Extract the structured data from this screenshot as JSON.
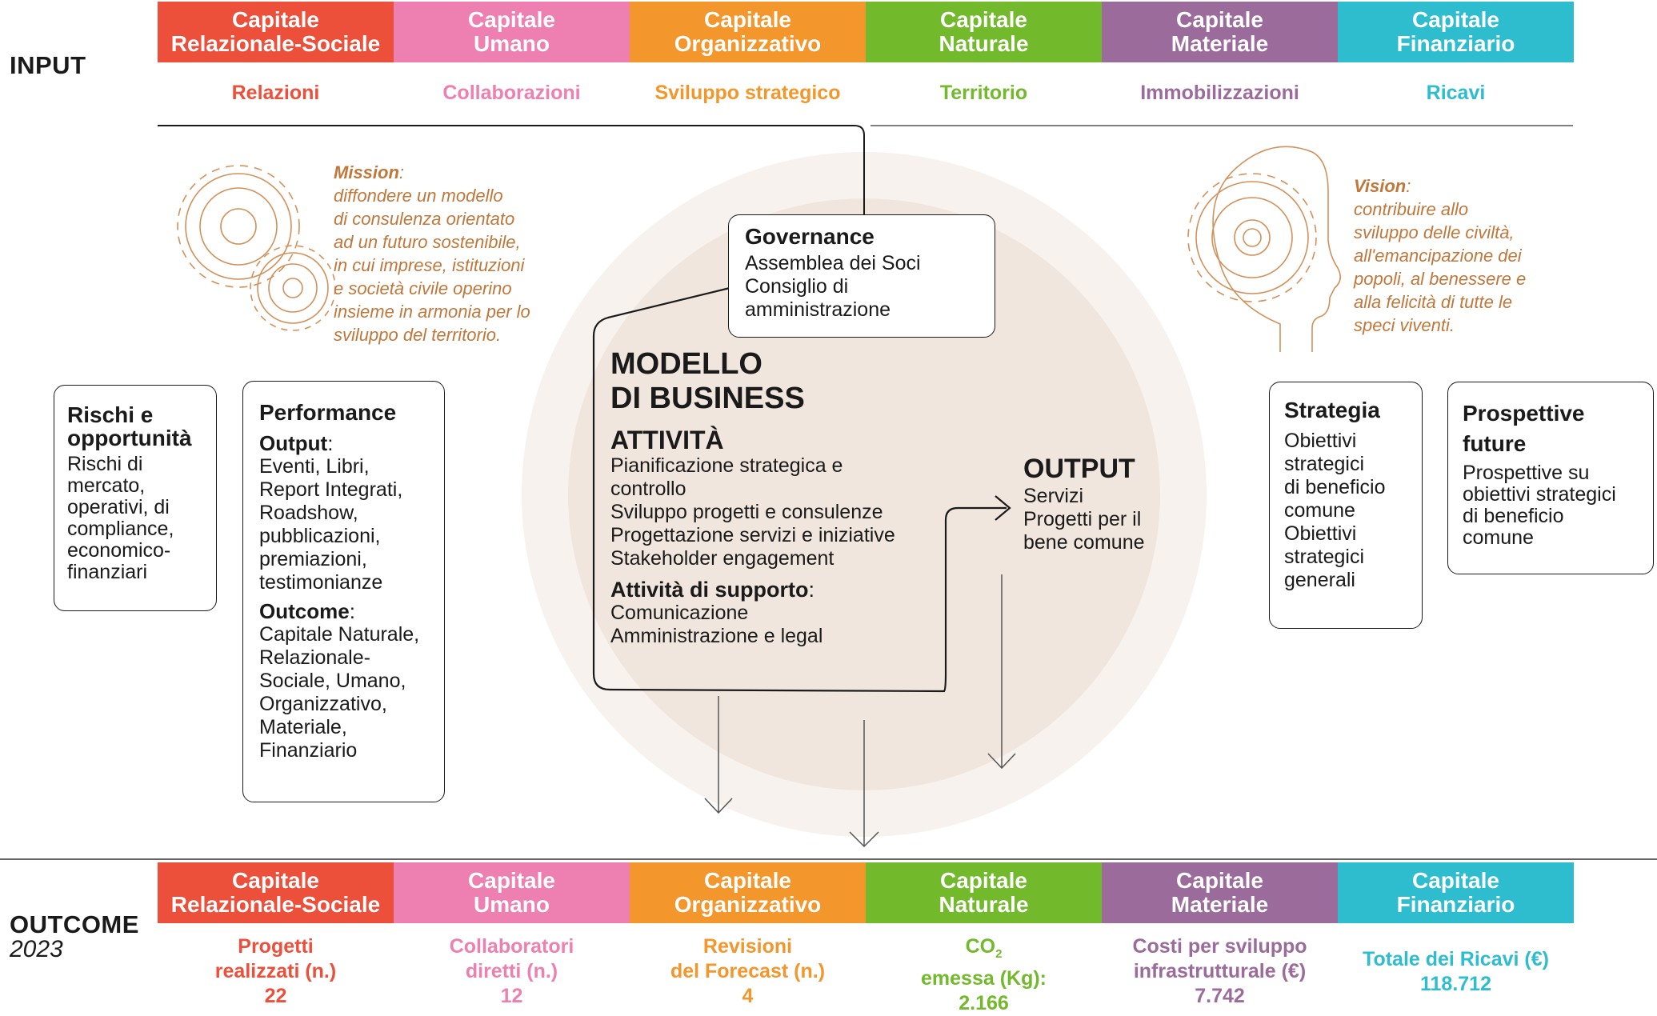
{
  "colors": {
    "relazionale": "#ec4f3a",
    "umano": "#ed80b1",
    "organizzativo": "#f3962b",
    "naturale": "#72b92b",
    "materiale": "#9b6b9b",
    "finanziario": "#2ebdcf",
    "accent_brown": "#c0773a",
    "circle_fill": "#f4ebe4"
  },
  "input": {
    "label": "INPUT",
    "capitals": [
      {
        "title": "Capitale\nRelazionale-Sociale",
        "sub": "Relazioni"
      },
      {
        "title": "Capitale\nUmano",
        "sub": "Collaborazioni"
      },
      {
        "title": "Capitale\nOrganizzativo",
        "sub": "Sviluppo strategico"
      },
      {
        "title": "Capitale\nNaturale",
        "sub": "Territorio"
      },
      {
        "title": "Capitale\nMateriale",
        "sub": "Immobilizzazioni"
      },
      {
        "title": "Capitale\nFinanziario",
        "sub": "Ricavi"
      }
    ]
  },
  "mission": {
    "label": "Mission",
    "text": "diffondere un modello\ndi consulenza orientato\nad un futuro sostenibile,\nin cui imprese, istituzioni\ne società civile operino\ninsieme in armonia per lo\nsviluppo del territorio."
  },
  "vision": {
    "label": "Vision",
    "text": "contribuire allo\nsviluppo delle civiltà,\nall'emancipazione dei\npopoli, al benessere e\nalla felicità di tutte le\nspeci viventi."
  },
  "governance": {
    "title": "Governance",
    "text": "Assemblea dei Soci\nConsiglio di\namministrazione"
  },
  "business_model": {
    "title": "MODELLO\nDI BUSINESS",
    "activities_title": "ATTIVITÀ",
    "activities_text": "Pianificazione strategica e\ncontrollo\nSviluppo progetti e consulenze\nProgettazione servizi e iniziative\nStakeholder engagement",
    "support_title": "Attività di supporto",
    "support_text": "Comunicazione\nAmministrazione e legal"
  },
  "output": {
    "title": "OUTPUT",
    "text": "Servizi\nProgetti per il\nbene comune"
  },
  "risks": {
    "title": "Rischi e\nopportunità",
    "text": "Rischi di\nmercato,\noperativi, di\ncompliance,\neconomico-\nfinanziari"
  },
  "performance": {
    "title": "Performance",
    "output_label": "Output",
    "output_text": "Eventi, Libri,\nReport Integrati,\nRoadshow,\npubblicazioni,\npremiazioni,\ntestimonianze",
    "outcome_label": "Outcome",
    "outcome_text": "Capitale Naturale,\nRelazionale-\nSociale, Umano,\nOrganizzativo,\nMateriale,\nFinanziario"
  },
  "strategy": {
    "title": "Strategia",
    "text": "Obiettivi\nstrategici\ndi beneficio\ncomune\nObiettivi\nstrategici\ngenerali"
  },
  "future": {
    "title": "Prospettive\nfuture",
    "text": "Prospettive su\nobiettivi strategici\ndi beneficio\ncomune"
  },
  "outcome": {
    "label": "OUTCOME",
    "year": "2023",
    "capitals": [
      {
        "title": "Capitale\nRelazionale-Sociale",
        "metric": "Progetti\nrealizzati (n.)",
        "value": "22"
      },
      {
        "title": "Capitale\nUmano",
        "metric": "Collaboratori\ndiretti (n.)",
        "value": "12"
      },
      {
        "title": "Capitale\nOrganizzativo",
        "metric": "Revisioni\ndel Forecast (n.)",
        "value": "4"
      },
      {
        "title": "Capitale\nNaturale",
        "metric_prefix": "CO",
        "metric_sub": "2",
        "metric_suffix": "emessa (Kg):",
        "value": "2.166"
      },
      {
        "title": "Capitale\nMateriale",
        "metric": "Costi per sviluppo\ninfrastrutturale (€)",
        "value": "7.742"
      },
      {
        "title": "Capitale\nFinanziario",
        "metric": "Totale dei Ricavi (€)",
        "value": "118.712"
      }
    ]
  }
}
